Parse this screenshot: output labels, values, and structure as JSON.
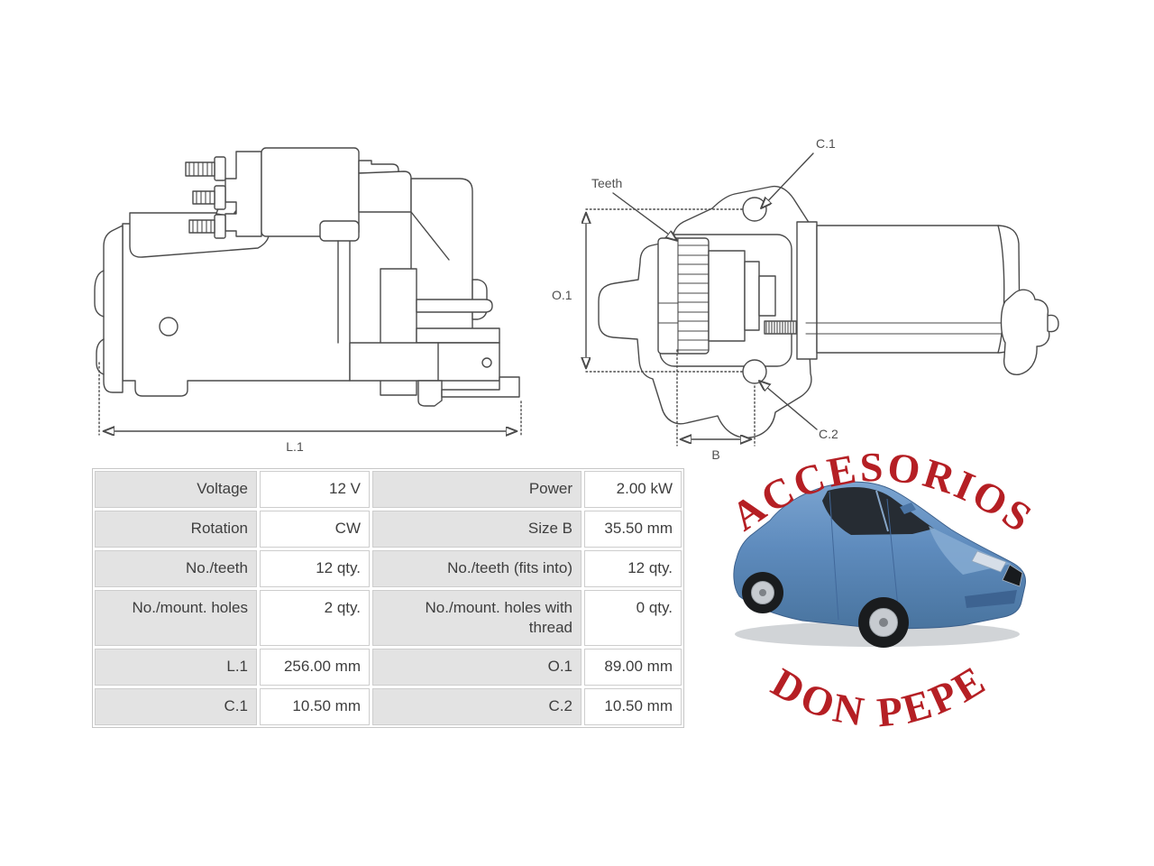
{
  "theme": {
    "logo_red": "#b51f24",
    "line_color": "#4a4a4a",
    "drawing_label_color": "#4f4f4f",
    "table_label_bg": "#e3e3e3",
    "table_value_bg": "#ffffff",
    "table_text_color": "#3e3e3e",
    "table_border_color": "#cdcdcd",
    "car_body_color": "#5e8bbd",
    "car_window_color": "#262c33"
  },
  "drawings": {
    "side_view": {
      "dim_label": "L.1"
    },
    "front_view": {
      "teeth_label": "Teeth",
      "c1_label": "C.1",
      "c2_label": "C.2",
      "o1_label": "O.1",
      "b_label": "B"
    }
  },
  "spec_table": {
    "rows": [
      {
        "label1": "Voltage",
        "value1": "12 V",
        "label2": "Power",
        "value2": "2.00 kW"
      },
      {
        "label1": "Rotation",
        "value1": "CW",
        "label2": "Size B",
        "value2": "35.50 mm"
      },
      {
        "label1": "No./teeth",
        "value1": "12 qty.",
        "label2": "No./teeth (fits into)",
        "value2": "12 qty."
      },
      {
        "label1": "No./mount. holes",
        "value1": "2 qty.",
        "label2": "No./mount. holes with thread",
        "value2": "0 qty."
      },
      {
        "label1": "L.1",
        "value1": "256.00 mm",
        "label2": "O.1",
        "value2": "89.00 mm"
      },
      {
        "label1": "C.1",
        "value1": "10.50 mm",
        "label2": "C.2",
        "value2": "10.50 mm"
      }
    ]
  },
  "logo": {
    "arc_top_text": "ACCESORIOS",
    "arc_bottom_text": "DON PEPE"
  }
}
